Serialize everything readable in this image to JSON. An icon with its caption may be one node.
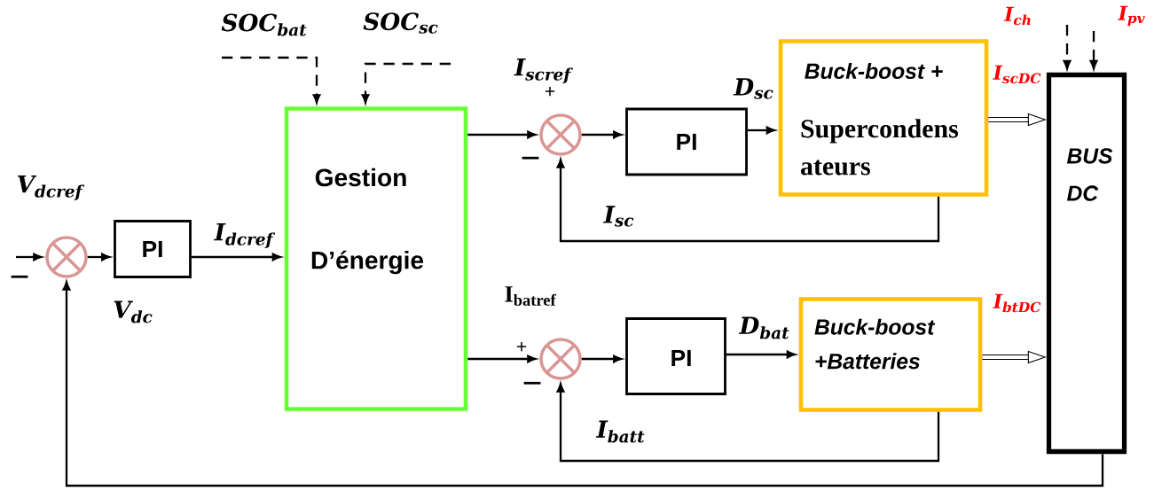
{
  "diagram": {
    "nodes": [
      {
        "text": [],
        "shape": "circle"
      },
      {
        "text": [
          "PI"
        ]
      },
      {
        "text": [
          "Gestion",
          "D’énergie"
        ]
      },
      {
        "text": [],
        "shape": "circle"
      },
      {
        "text": [
          "PI"
        ]
      },
      {
        "text": [
          "Buck-boost  +",
          "Supercondens ateurs"
        ]
      },
      {
        "text": [],
        "shape": "circle"
      },
      {
        "text": [
          "PI"
        ]
      },
      {
        "text": [
          "Buck-boost +Batteries"
        ]
      },
      {
        "text": [
          "BUS DC"
        ]
      }
    ],
    "edges": [
      {
        "from": null,
        "to": 0,
        "arrow": "to"
      },
      {
        "from": 0,
        "to": 1,
        "arrow": "to"
      },
      {
        "from": 1,
        "to": 2,
        "arrow": "to",
        "label": "I$_{dcref}$"
      },
      {
        "from": null,
        "to": 2,
        "arrow": "to",
        "style": "dashed"
      },
      {
        "from": null,
        "to": 2,
        "arrow": "to",
        "style": "dashed"
      },
      {
        "from": 2,
        "to": 3,
        "arrow": "to"
      },
      {
        "from": 3,
        "to": 4,
        "arrow": "to"
      },
      {
        "from": 4,
        "to": 5,
        "arrow": "to",
        "label": "D$_{sc}$"
      },
      {
        "from": 5,
        "to": 3,
        "arrow": "to",
        "label": "I$_{sc}$"
      },
      {
        "from": 5,
        "to": 9,
        "arrow": "to",
        "style": "thick"
      },
      {
        "from": 2,
        "to": 6,
        "arrow": "to"
      },
      {
        "from": 6,
        "to": 7,
        "arrow": "to"
      },
      {
        "from": 7,
        "to": 8,
        "arrow": "to",
        "label": "D$_{bat}$"
      },
      {
        "from": 8,
        "to": 6,
        "arrow": "to",
        "label": "I$_{batt}$"
      },
      {
        "from": 8,
        "to": 9,
        "arrow": "to",
        "style": "thick"
      },
      {
        "from": 9,
        "to": 0,
        "arrow": "to"
      },
      {
        "from": null,
        "to": 9,
        "arrow": "to",
        "style": "dashed"
      },
      {
        "from": null,
        "to": 9,
        "arrow": "to",
        "style": "dashed"
      }
    ],
    "labels": [
      "SOC$_{bat}$",
      "SOC$_{sc}$",
      "I$_{ch}$",
      "I$_{pv}$",
      "I$_{scref}$",
      "+",
      "−",
      "V$_{dcref}$",
      "−",
      "V$_{dc}$",
      "I$_{batref}$",
      "+",
      "−",
      "I$_{scDC}$",
      "I$_{btDC}$"
    ]
  }
}
